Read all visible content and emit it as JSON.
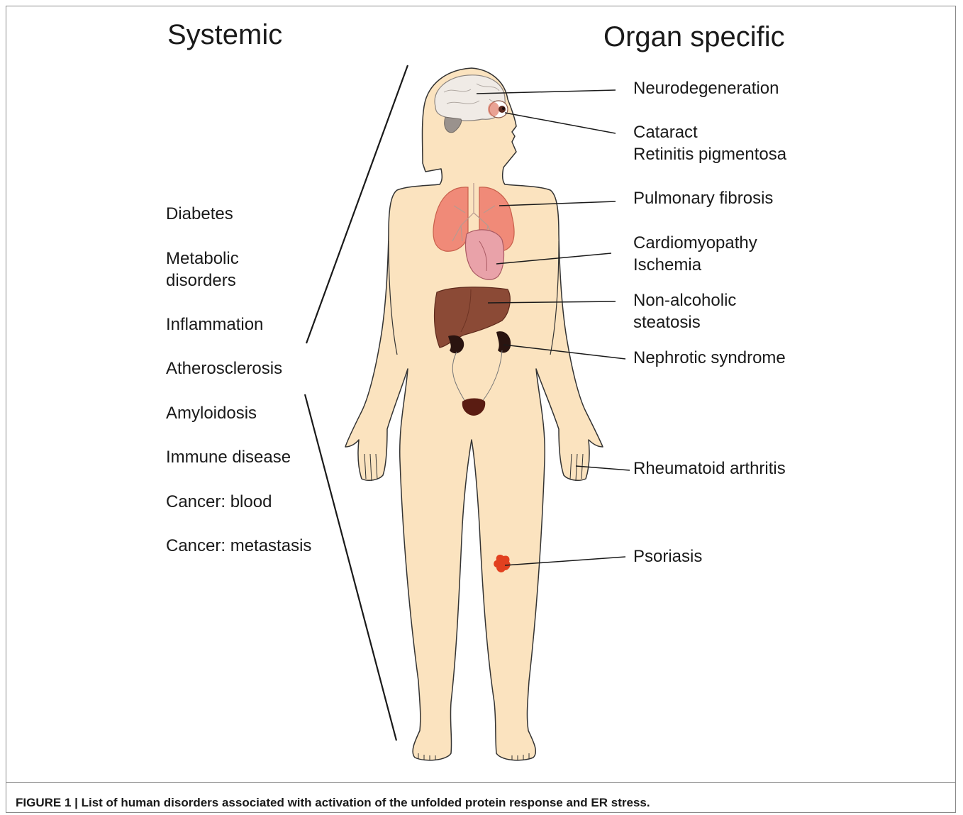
{
  "figure": {
    "heading_systemic": "Systemic",
    "heading_organ": "Organ specific",
    "systemic_conditions": [
      "Diabetes",
      "Metabolic disorders",
      "Inflammation",
      "Atherosclerosis",
      "Amyloidosis",
      "Immune disease",
      "Cancer: blood",
      "Cancer: metastasis"
    ],
    "organ_conditions": {
      "brain": "Neurodegeneration",
      "eye_1": "Cataract",
      "eye_2": "Retinitis pigmentosa",
      "lung": "Pulmonary fibrosis",
      "heart_1": "Cardiomyopathy",
      "heart_2": "Ischemia",
      "liver_1": "Non-alcoholic",
      "liver_2": "steatosis",
      "kidney": "Nephrotic syndrome",
      "hand": "Rheumatoid arthritis",
      "skin": "Psoriasis"
    },
    "caption": "FIGURE 1 | List of human disorders associated with activation of the unfolded protein response and ER stress."
  },
  "colors": {
    "skin": "#fbe3bf",
    "outline": "#333333",
    "lung": "#f08a78",
    "heart": "#e9a2a9",
    "liver": "#8b4a36",
    "kidney": "#2a1410",
    "bladder": "#5a1c12",
    "psoriasis": "#e2401f",
    "brain": "#f0ebe6"
  }
}
